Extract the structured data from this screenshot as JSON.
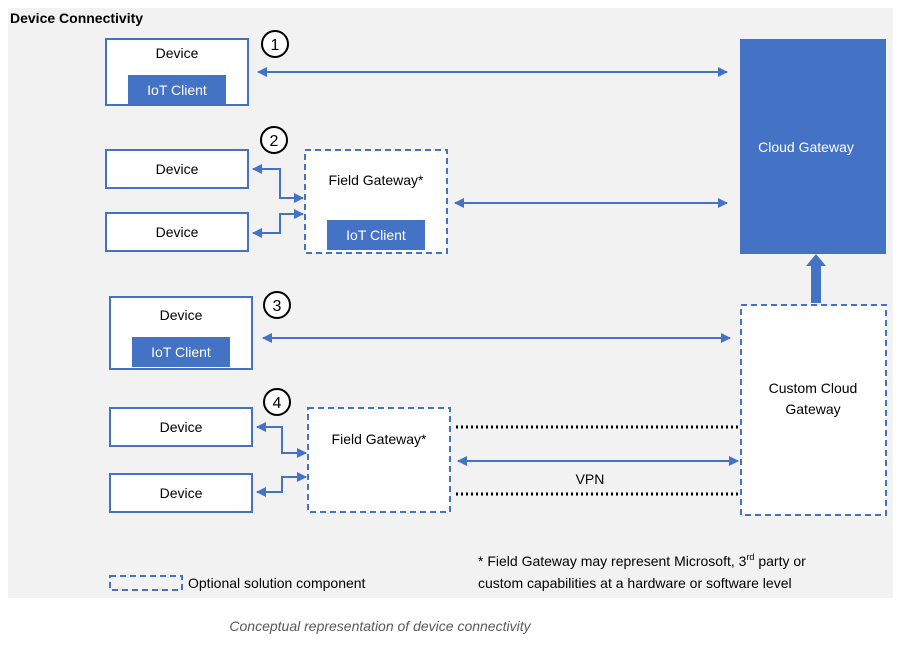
{
  "title": "Device Connectivity",
  "colors": {
    "accent": "#4472C4",
    "panel": "#F2F2F2",
    "text": "#000000",
    "caption": "#595959"
  },
  "labels": {
    "device": "Device",
    "iot_client": "IoT Client",
    "field_gateway": "Field Gateway*",
    "cloud_gateway": "Cloud Gateway",
    "custom_cloud_gateway_line1": "Custom Cloud",
    "custom_cloud_gateway_line2": "Gateway",
    "vpn": "VPN"
  },
  "scenarios": [
    "1",
    "2",
    "3",
    "4"
  ],
  "legend": {
    "optional_component": "Optional solution component"
  },
  "footnote": {
    "line1": "* Field Gateway may represent Microsoft, 3",
    "superscript": "rd",
    "line1_end": " party or",
    "line2": "custom capabilities at a hardware or software level"
  },
  "caption": "Conceptual representation of device connectivity"
}
